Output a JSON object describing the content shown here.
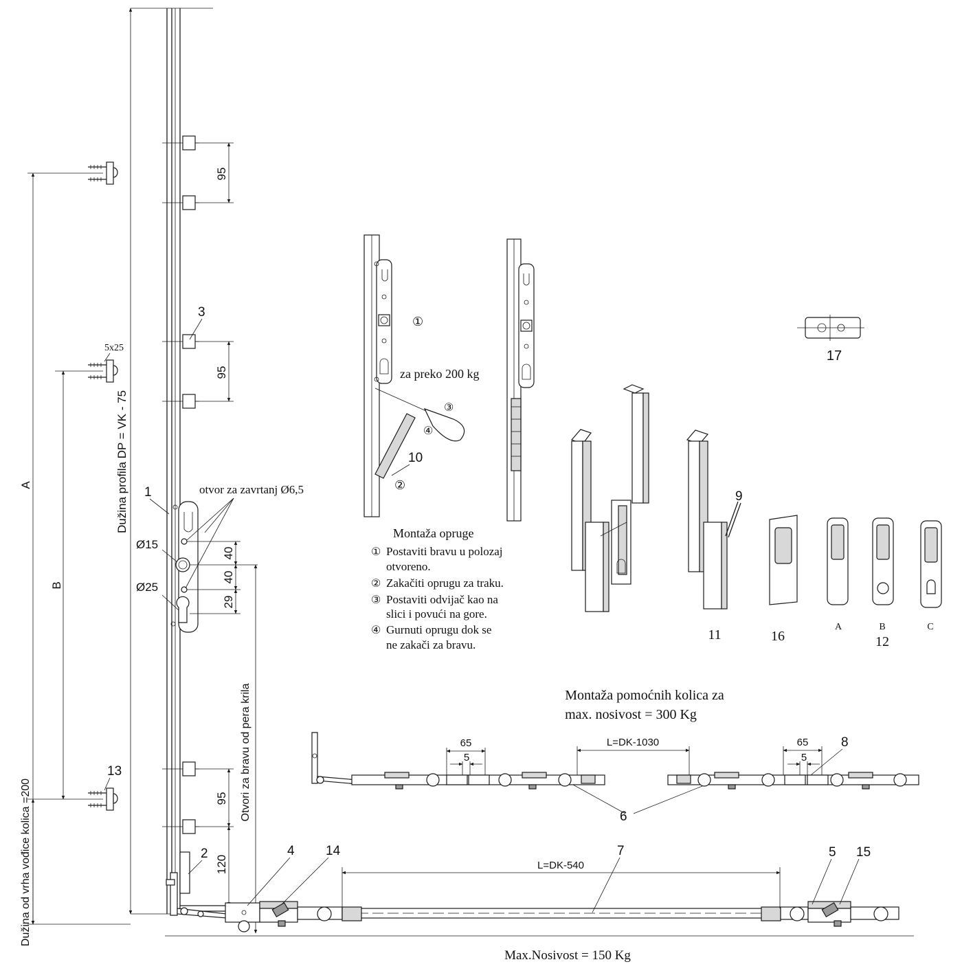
{
  "dimensions": {
    "d95_top": "95",
    "d95_mid": "95",
    "d95_low": "95",
    "d40a": "40",
    "d40b": "40",
    "d29": "29",
    "d120": "120",
    "d65a": "65",
    "d5a": "5",
    "d65b": "65",
    "d5b": "5",
    "l_dk1030": "L=DK-1030",
    "l_dk540": "L=DK-540",
    "dia15": "Ø15",
    "dia25": "Ø25",
    "screw_size": "5x25"
  },
  "vertical_labels": {
    "a": "A",
    "b": "B",
    "profile_length": "Dužina profila DP = VK - 75",
    "guide_length": "Dužina od vrha vođice kolica =200",
    "lock_holes": "Otvori za bravu od pera krila"
  },
  "callouts": {
    "n1": "1",
    "n2": "2",
    "n3": "3",
    "n4": "4",
    "n5": "5",
    "n6": "6",
    "n7": "7",
    "n8": "8",
    "n9": "9",
    "n10": "10",
    "n11": "11",
    "n12": "12",
    "n13": "13",
    "n14": "14",
    "n15": "15",
    "n16": "16",
    "n17": "17",
    "va": "A",
    "vb": "B",
    "vc": "C",
    "step1": "①",
    "step2": "②",
    "step3": "③",
    "step4": "④"
  },
  "notes": {
    "screw_hole": "otvor za zavrtanj Ø6,5",
    "spring_over": "za preko 200 kg",
    "spring_title": "Montaža opruge",
    "steps": [
      {
        "num": "①",
        "line1": "Postaviti bravu u polozaj",
        "line2": "otvoreno."
      },
      {
        "num": "②",
        "line1": "Zakačiti oprugu za traku.",
        "line2": ""
      },
      {
        "num": "③",
        "line1": "Postaviti odvijač kao na",
        "line2": "slici i povući na gore."
      },
      {
        "num": "④",
        "line1": "Gurnuti oprugu dok se",
        "line2": "ne zakači za bravu."
      }
    ],
    "aux_title_1": "Montaža pomoćnih kolica za",
    "aux_title_2": "max. nosivost = 300 Kg",
    "max_load": "Max.Nosivost = 150 Kg"
  }
}
